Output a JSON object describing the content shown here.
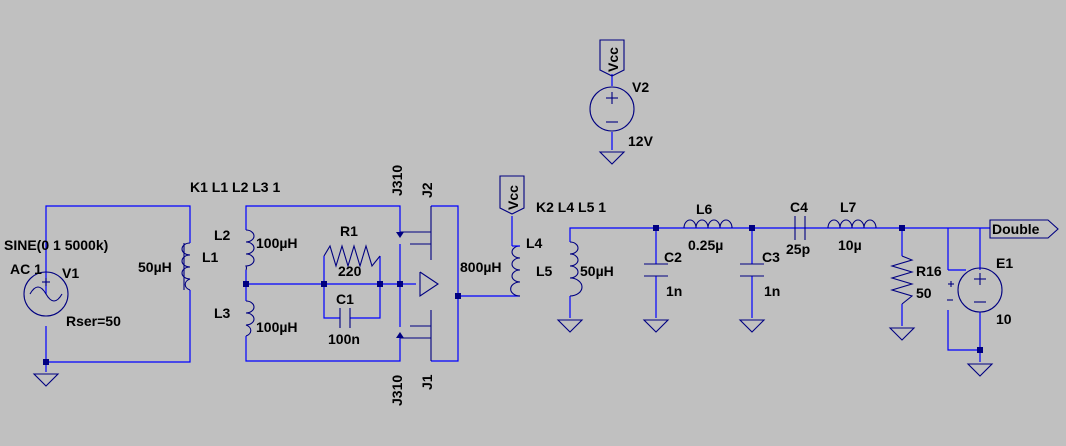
{
  "labels": {
    "k1": "K1 L1 L2 L3 1",
    "k2": "K2 L4 L5 1",
    "v1_func": "SINE(0 1 5000k)",
    "v1_ac": "AC 1",
    "v1_name": "V1",
    "v1_rser": "Rser=50",
    "l1_name": "L1",
    "l1_val": "50µH",
    "l2_name": "L2",
    "l2_val": "100µH",
    "l3_name": "L3",
    "l3_val": "100µH",
    "r1_name": "R1",
    "r1_val": "220",
    "c1_name": "C1",
    "c1_val": "100n",
    "j2_model": "J310",
    "j2_name": "J2",
    "j1_model": "J310",
    "j1_name": "J1",
    "l4_name": "L4",
    "l4_val": "800µH",
    "l5_name": "L5",
    "l5_val": "50µH",
    "vcc_top": "Vcc",
    "vcc_mid": "Vcc",
    "v2_name": "V2",
    "v2_val": "12V",
    "l6_name": "L6",
    "l6_val": "0.25µ",
    "c2_name": "C2",
    "c2_val": "1n",
    "c3_name": "C3",
    "c3_val": "1n",
    "c4_name": "C4",
    "c4_val": "25p",
    "l7_name": "L7",
    "l7_val": "10µ",
    "r16_name": "R16",
    "r16_val": "50",
    "e1_name": "E1",
    "e1_val": "10",
    "out_label": "Double"
  },
  "colors": {
    "wire": "#0000ff",
    "device": "#000080",
    "background": "#c0c0c0",
    "text": "#000000"
  }
}
